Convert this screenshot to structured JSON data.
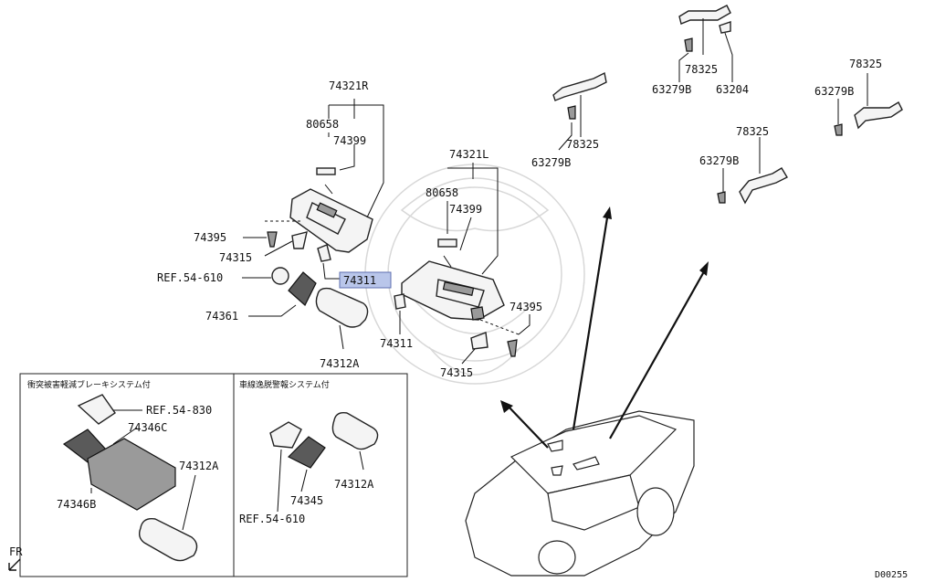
{
  "labels": {
    "p74321R": "74321R",
    "p80658_r": "80658",
    "p74399_r": "74399",
    "p74395_l": "74395",
    "p74315_l": "74315",
    "ref54610_a": "REF.54-610",
    "p74311_hl": "74311",
    "p74361": "74361",
    "p74312A_a": "74312A",
    "p74321L": "74321L",
    "p80658_l": "80658",
    "p74399_l": "74399",
    "p74395_r": "74395",
    "p74311_b": "74311",
    "p74315_r": "74315",
    "p78325_a": "78325",
    "p63279B_a": "63279B",
    "p78325_b": "78325",
    "p63279B_b": "63279B",
    "p63204": "63204",
    "p78325_c": "78325",
    "p63279B_c": "63279B",
    "p78325_d": "78325",
    "p63279B_d": "63279B",
    "box1_title": "衝突被害軽減ブレーキシステム付",
    "ref54830": "REF.54-830",
    "p74346C": "74346C",
    "p74346B": "74346B",
    "p74312A_b": "74312A",
    "box2_title": "車線逸脱警報システム付",
    "p74345": "74345",
    "p74312A_c": "74312A",
    "ref54610_b": "REF.54-610",
    "fr": "FR",
    "diagram_id": "D00255"
  },
  "colors": {
    "highlight_fill": "#b9c6ea",
    "highlight_stroke": "#5d6fb0"
  }
}
